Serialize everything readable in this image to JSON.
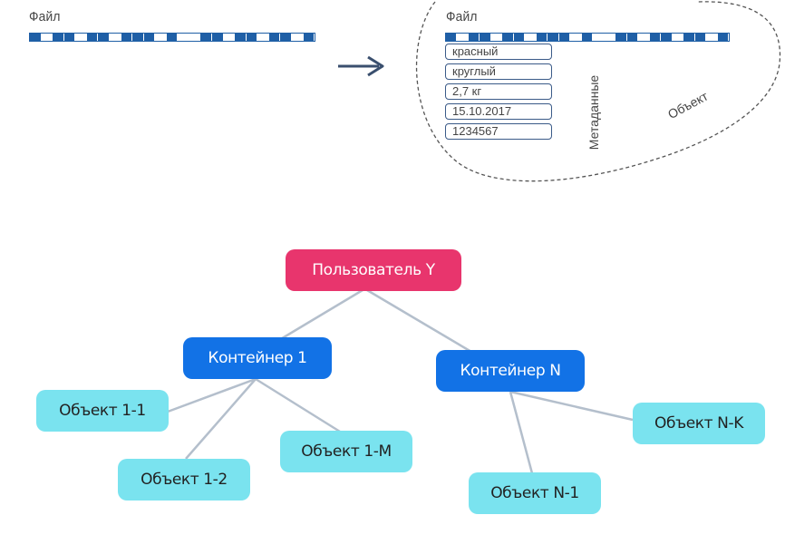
{
  "top": {
    "file_label_left": "Файл",
    "file_label_right": "Файл",
    "metadata_values": [
      "красный",
      "круглый",
      "2,7 кг",
      "15.10.2017",
      "1234567"
    ],
    "metadata_label": "Метаданные",
    "object_label": "Объект"
  },
  "tree": {
    "user": "Пользователь Y",
    "containers": [
      "Контейнер 1",
      "Контейнер N"
    ],
    "objects": [
      "Объект 1-1",
      "Объект 1-2",
      "Объект 1-M",
      "Объект N-1",
      "Объект N-K"
    ]
  },
  "colors": {
    "file_strip": "#1f5fa6",
    "user_node": "#e8356d",
    "container_node": "#1272e6",
    "object_node": "#7ae3ef",
    "edge": "#b4bfcc"
  }
}
